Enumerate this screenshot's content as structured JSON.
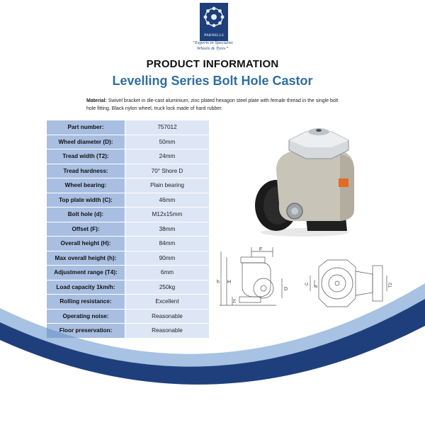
{
  "logo": {
    "brand": "PARNELLS",
    "tagline_1": "“Experts in Specialist",
    "tagline_2": "Wheels & Tyres”"
  },
  "heading": {
    "title": "PRODUCT INFORMATION",
    "subtitle": "Levelling Series Bolt Hole Castor"
  },
  "material": {
    "label": "Material:",
    "text": "Swivel bracket in die-cast aluminium, zinc plated hexagon steel plate with female thread in the single bolt hole fitting. Black nylon wheel, truck lock made of hard rubber."
  },
  "specs": [
    {
      "key": "Part number:",
      "value": "757012"
    },
    {
      "key": "Wheel diameter (D):",
      "value": "50mm"
    },
    {
      "key": "Tread width (T2):",
      "value": "24mm"
    },
    {
      "key": "Tread hardness:",
      "value": "70° Shore D"
    },
    {
      "key": "Wheel bearing:",
      "value": "Plain bearing"
    },
    {
      "key": "Top plate width (C):",
      "value": "46mm"
    },
    {
      "key": "Bolt hole (d):",
      "value": "M12x15mm"
    },
    {
      "key": "Offset (F):",
      "value": "38mm"
    },
    {
      "key": "Overall height (H):",
      "value": "84mm"
    },
    {
      "key": "Max overall height (h):",
      "value": "90mm"
    },
    {
      "key": "Adjustment range (T4):",
      "value": "6mm"
    },
    {
      "key": "Load capacity 1km/h:",
      "value": "250kg"
    },
    {
      "key": "Rolling resistance:",
      "value": "Excellent"
    },
    {
      "key": "Operating noise:",
      "value": "Reasonable"
    },
    {
      "key": "Floor preservation:",
      "value": "Reasonable"
    }
  ],
  "diagram_labels": {
    "offset": "F",
    "overall_height": "H",
    "max_height": "h",
    "adjustment": "T4",
    "diameter": "D",
    "plate_width": "C",
    "bolt_hole": "d",
    "tread_width": "T2"
  },
  "colors": {
    "key_cell": "#a9bfe2",
    "value_cell": "#dde6f5",
    "subtitle": "#2e6ea3",
    "swoosh_dark": "#1f3f7c",
    "swoosh_light": "#5f8fcb"
  }
}
